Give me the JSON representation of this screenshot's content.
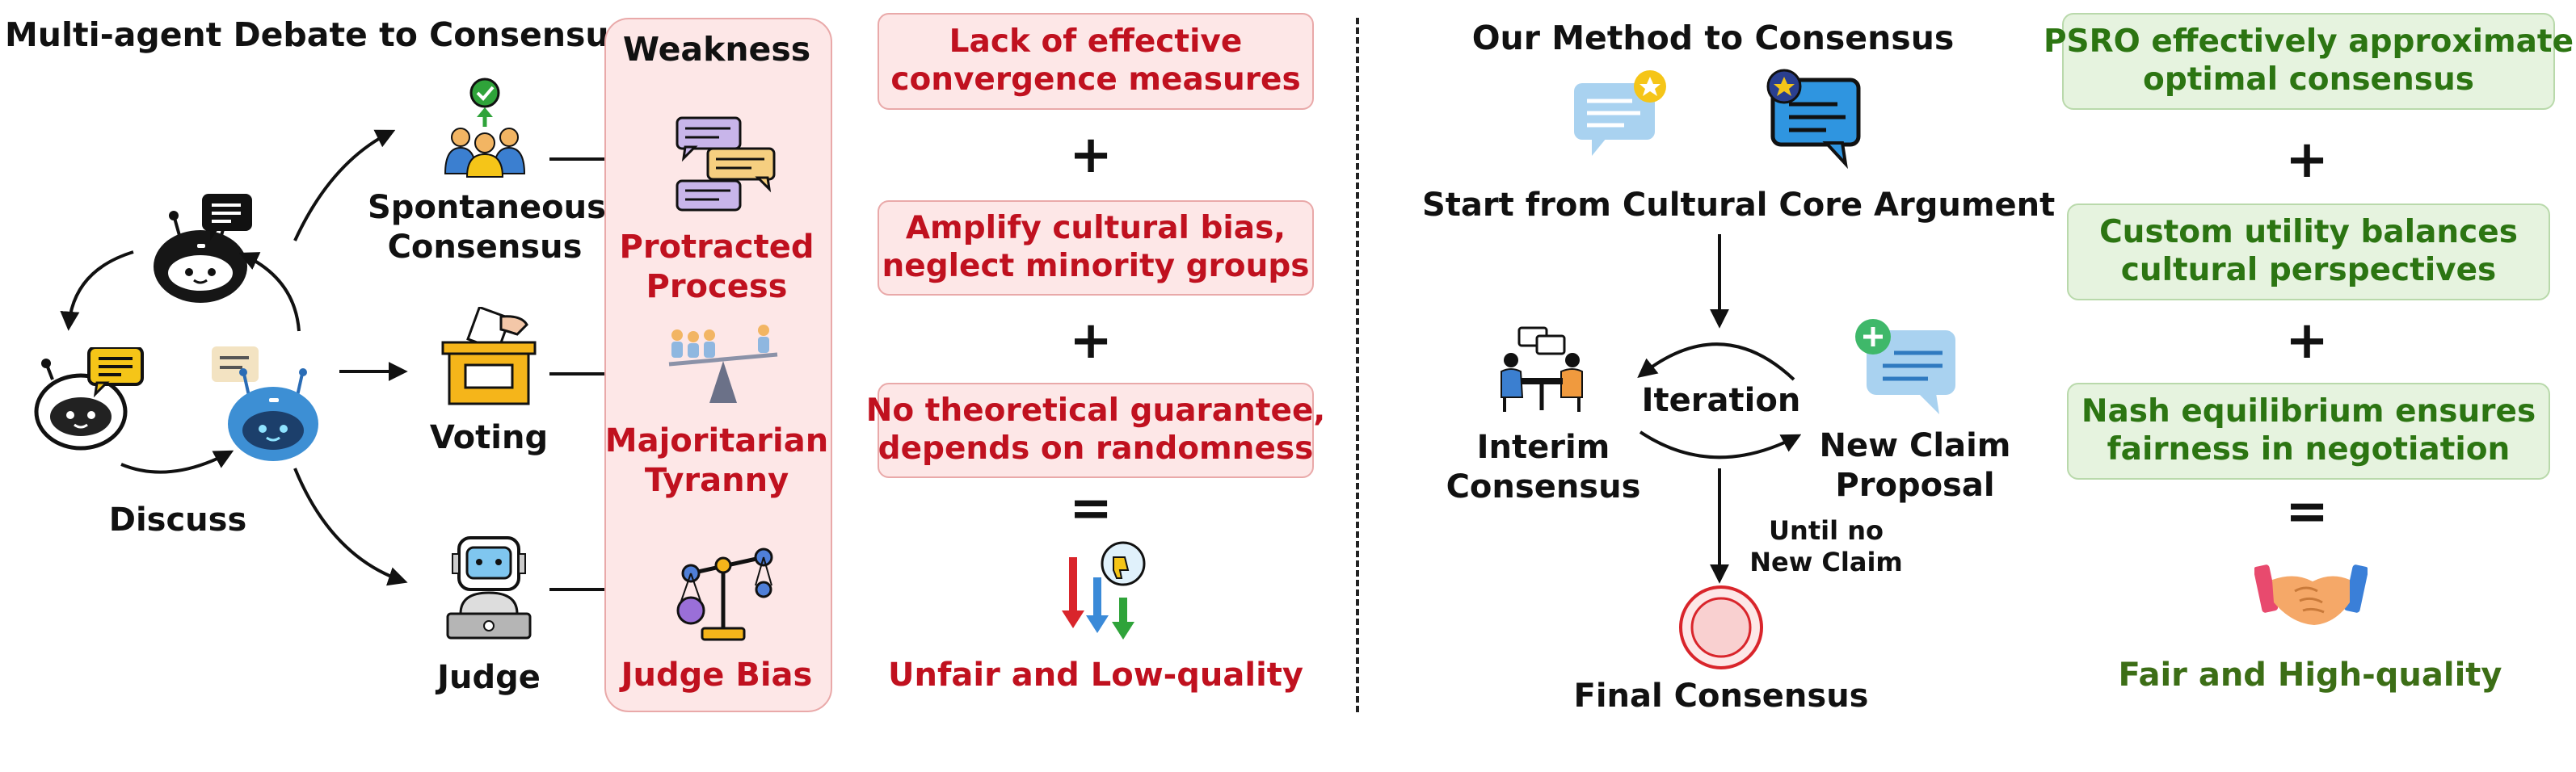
{
  "left": {
    "title": "Multi-agent Debate to Consensus",
    "discuss": "Discuss",
    "spontaneous": "Spontaneous\nConsensus",
    "voting": "Voting",
    "judge": "Judge"
  },
  "weakness": {
    "title": "Weakness",
    "protracted": "Protracted\nProcess",
    "majoritarian": "Majoritarian\nTyranny",
    "judge_bias": "Judge Bias"
  },
  "problems": {
    "box1": "Lack of effective\nconvergence measures",
    "box2": "Amplify cultural bias,\nneglect minority groups",
    "box3": "No theoretical guarantee,\ndepends on randomness",
    "plus": "+",
    "equals": "=",
    "result": "Unfair and Low-quality"
  },
  "method": {
    "title": "Our Method to Consensus",
    "start": "Start from Cultural Core Argument",
    "iteration": "Iteration",
    "interim": "Interim\nConsensus",
    "new_claim": "New Claim\nProposal",
    "until": "Until no\nNew Claim",
    "final": "Final Consensus"
  },
  "benefits": {
    "box1": "PSRO effectively approximate\noptimal consensus",
    "box2": "Custom utility balances\ncultural perspectives",
    "box3": "Nash equilibrium ensures\nfairness in negotiation",
    "plus": "+",
    "equals": "=",
    "result": "Fair and High-quality"
  },
  "colors": {
    "red": "#c0111f",
    "green": "#2c7512",
    "pink_bg": "#fde7e7",
    "green_bg": "#e6f3df"
  }
}
